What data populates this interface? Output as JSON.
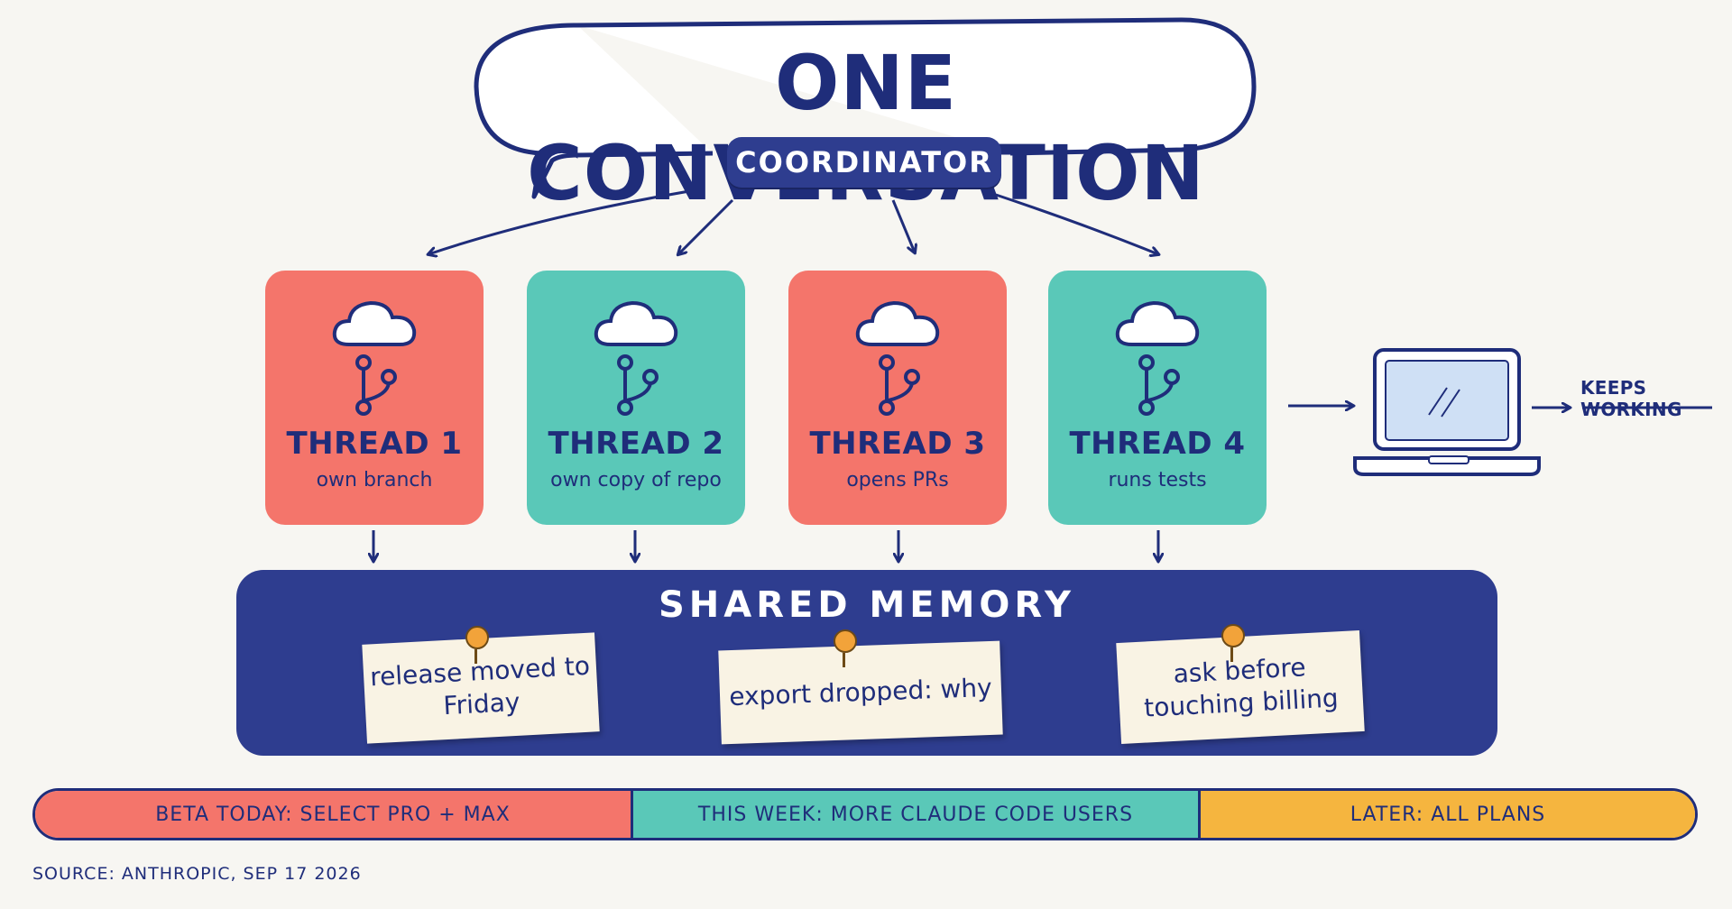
{
  "header": {
    "title": "ONE CONVERSATION",
    "coordinator": "COORDINATOR"
  },
  "threads": [
    {
      "title": "THREAD 1",
      "subtitle": "own branch",
      "color": "#f4756b"
    },
    {
      "title": "THREAD 2",
      "subtitle": "own copy of repo",
      "color": "#5ac8b8"
    },
    {
      "title": "THREAD 3",
      "subtitle": "opens PRs",
      "color": "#f4756b"
    },
    {
      "title": "THREAD 4",
      "subtitle": "runs tests",
      "color": "#5ac8b8"
    }
  ],
  "memory": {
    "title": "SHARED MEMORY",
    "notes": [
      {
        "text": "release moved to Friday"
      },
      {
        "text": "export dropped: why"
      },
      {
        "text": "ask before touching billing"
      }
    ]
  },
  "laptop": {
    "label": "KEEPS WORKING"
  },
  "timeline": {
    "segments": [
      {
        "label": "BETA TODAY: SELECT PRO + MAX",
        "color": "#f4756b"
      },
      {
        "label": "THIS WEEK: MORE CLAUDE CODE USERS",
        "color": "#5ac8b8"
      },
      {
        "label": "LATER: ALL PLANS",
        "color": "#f5b53f"
      }
    ]
  },
  "footer": {
    "source": "SOURCE: ANTHROPIC, SEP 17 2026"
  },
  "colors": {
    "navy": "#1f2d7a",
    "memory_bg": "#2e3d8f",
    "coral": "#f4756b",
    "teal": "#5ac8b8",
    "amber": "#f5b53f",
    "background": "#f7f6f2"
  },
  "icons": [
    "cloud-icon",
    "branch-icon",
    "laptop-icon",
    "pin-icon",
    "arrow-icon"
  ]
}
